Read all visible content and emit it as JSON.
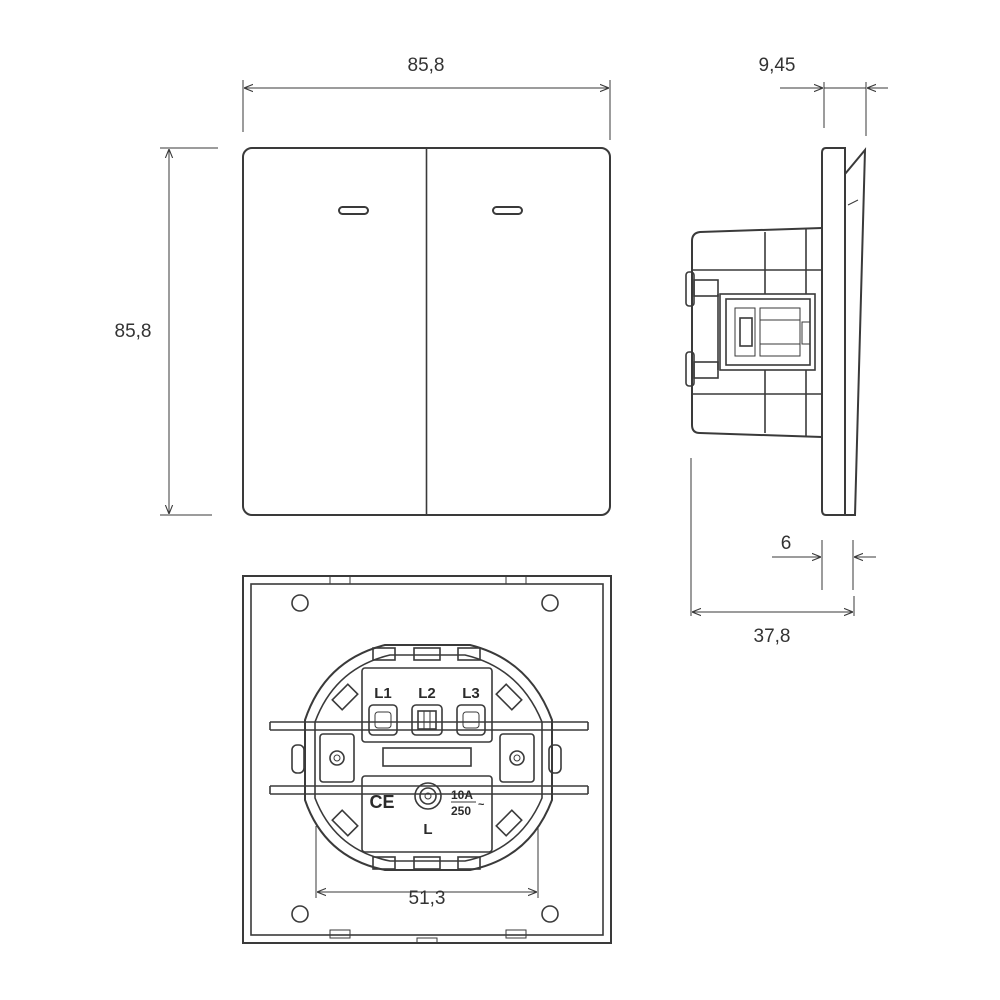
{
  "dimensions": {
    "front_width": "85,8",
    "front_height": "85,8",
    "side_front_depth": "9,45",
    "side_rocker_depth": "6",
    "side_total_depth": "37,8",
    "back_mount_spacing": "51,3"
  },
  "terminals": {
    "l1": "L1",
    "l2": "L2",
    "l3": "L3",
    "l": "L"
  },
  "ratings": {
    "current": "10A",
    "voltage": "250",
    "ac_symbol": "~"
  },
  "marks": {
    "ce": "CE"
  },
  "colors": {
    "line": "#3a3a3a",
    "text": "#333333"
  }
}
